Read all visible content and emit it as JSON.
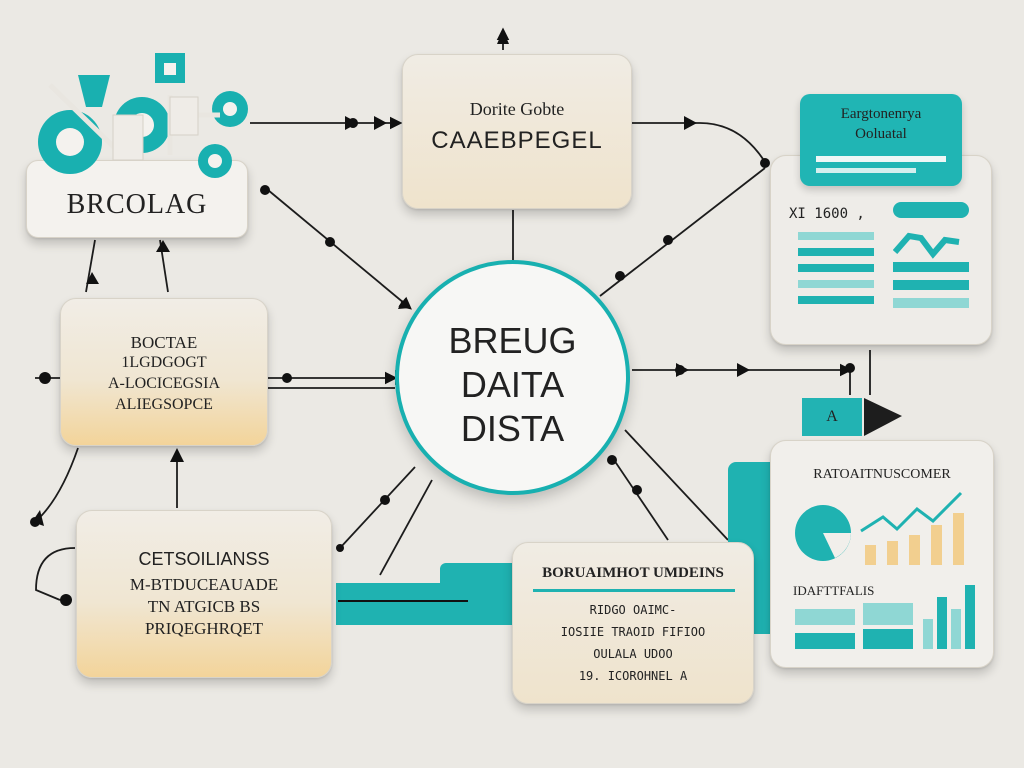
{
  "colors": {
    "accent": "#22b3b3",
    "accent_dark": "#13969a",
    "warm": "#f3d49a",
    "ink": "#222222",
    "background": "#ebe9e4"
  },
  "center": {
    "lines": [
      "BREUG",
      "DAITA",
      "DISTA"
    ]
  },
  "top_card": {
    "line1": "Dorite Gobte",
    "line2": "CAAEBPEGEL"
  },
  "gear_card": {
    "label": "BRCOLAG"
  },
  "left_card": {
    "lines": [
      "BOCTAE",
      "1LGDGOGT",
      "A-LOCICEGSIA",
      "ALIEGSOPCE"
    ]
  },
  "bottom_left_card": {
    "lines": [
      "CETSOILIANSS",
      "M-BTDUCEAUADE",
      "TN ATGICB BS",
      "PRIQEGHRQET"
    ]
  },
  "bottom_card": {
    "title": "BORUAIMHOT UMDEINS",
    "lines": [
      "RIDGO OAIMC-",
      "IOSIIE TRAOID FIFIOO",
      "OULALA UDOO",
      "19. ICOROHNEL A"
    ]
  },
  "top_right": {
    "tab_line1": "Eargtonenrya",
    "tab_line2": "Ooluatal",
    "label": "XI 1600 ,",
    "icons": [
      "chart-card-icon"
    ]
  },
  "right_flag": {
    "label": "A"
  },
  "bottom_right": {
    "title": "RATOAITNUSCOMER",
    "subtitle": "IDAFTTFALIS"
  }
}
